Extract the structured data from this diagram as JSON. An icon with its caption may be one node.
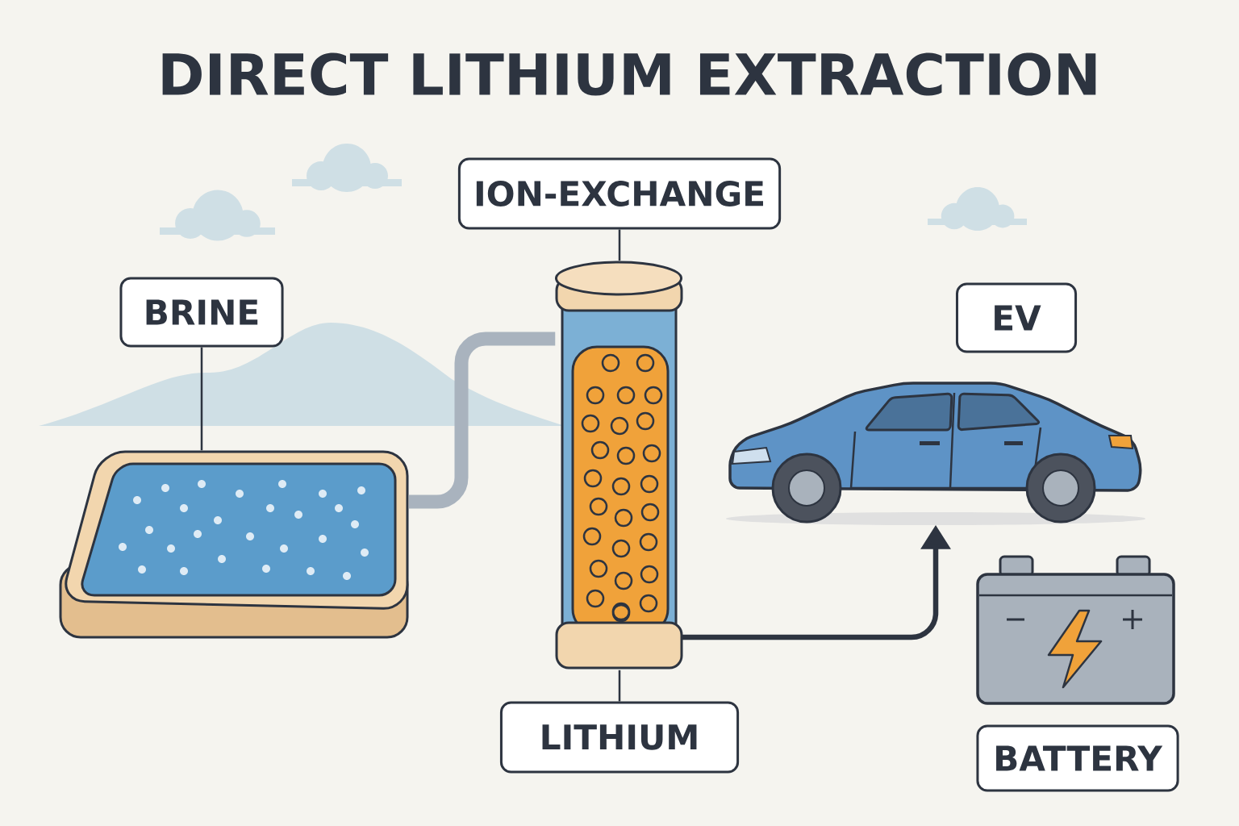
{
  "diagram": {
    "title": "DIRECT LITHIUM EXTRACTION",
    "nodes": [
      {
        "text": [
          "BRINE"
        ]
      },
      {
        "text": [],
        "shape": "picture"
      },
      {
        "text": [
          "ION-EXCHANGE"
        ]
      },
      {
        "text": [],
        "shape": "picture"
      },
      {
        "text": [
          "LITHIUM"
        ]
      },
      {
        "text": [
          "EV"
        ]
      },
      {
        "text": [],
        "shape": "picture"
      },
      {
        "text": [
          "BATTERY"
        ]
      }
    ],
    "edges": [
      {
        "from": 0,
        "to": 1,
        "arrow": "none"
      },
      {
        "from": 1,
        "to": 3,
        "arrow": "none",
        "style": "thick",
        "color": "#a9b3be"
      },
      {
        "from": 2,
        "to": 3,
        "arrow": "none"
      },
      {
        "from": 4,
        "to": 3,
        "arrow": "none"
      },
      {
        "from": 3,
        "to": 6,
        "arrow": "to",
        "style": "thick"
      }
    ]
  }
}
